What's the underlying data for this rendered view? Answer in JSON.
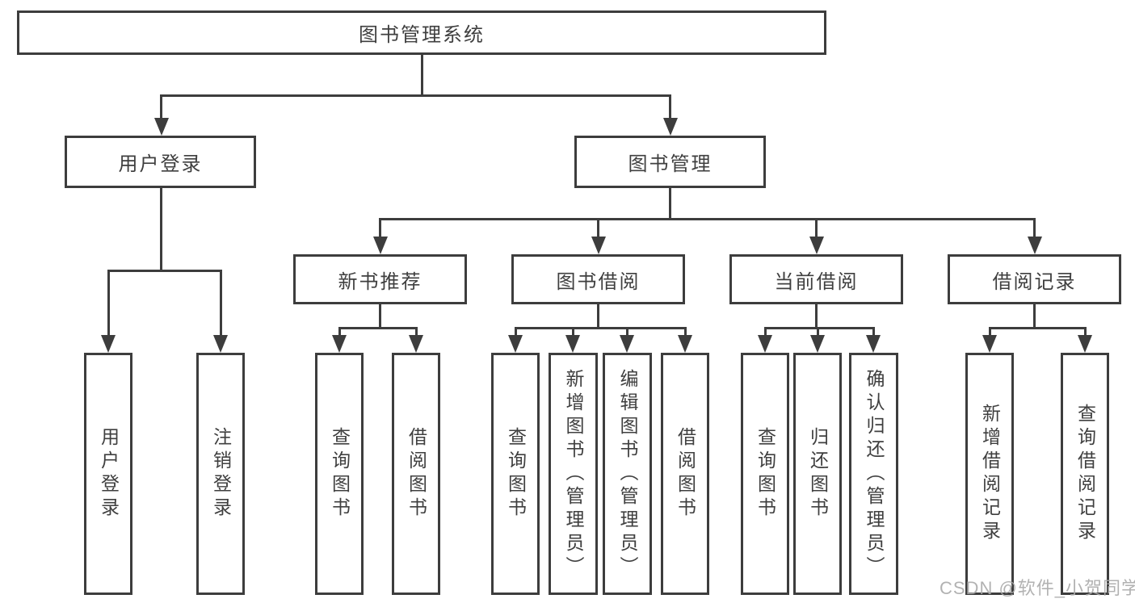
{
  "meta": {
    "background_color": "#ffffff",
    "line_color": "#3d3d3d",
    "text_color": "#3f3f3f",
    "watermark_color": "#aaaaaa",
    "diagram_type": "hierarchical function structure chart"
  },
  "root": {
    "label": "图书管理系统"
  },
  "branches": [
    {
      "label": "用户登录",
      "children": [
        {
          "label": "用户登录"
        },
        {
          "label": "注销登录"
        }
      ]
    },
    {
      "label": "图书管理",
      "children": [
        {
          "label": "新书推荐",
          "children": [
            {
              "label": "查询图书"
            },
            {
              "label": "借阅图书"
            }
          ]
        },
        {
          "label": "图书借阅",
          "children": [
            {
              "label": "查询图书"
            },
            {
              "label": "新增图书（管理员）"
            },
            {
              "label": "编辑图书（管理员）"
            },
            {
              "label": "借阅图书"
            }
          ]
        },
        {
          "label": "当前借阅",
          "children": [
            {
              "label": "查询图书"
            },
            {
              "label": "归还图书"
            },
            {
              "label": "确认归还（管理员）"
            }
          ]
        },
        {
          "label": "借阅记录",
          "children": [
            {
              "label": "新增借阅记录"
            },
            {
              "label": "查询借阅记录"
            }
          ]
        }
      ]
    }
  ],
  "watermark": {
    "text": "CSDN @软件_小贺同学"
  }
}
